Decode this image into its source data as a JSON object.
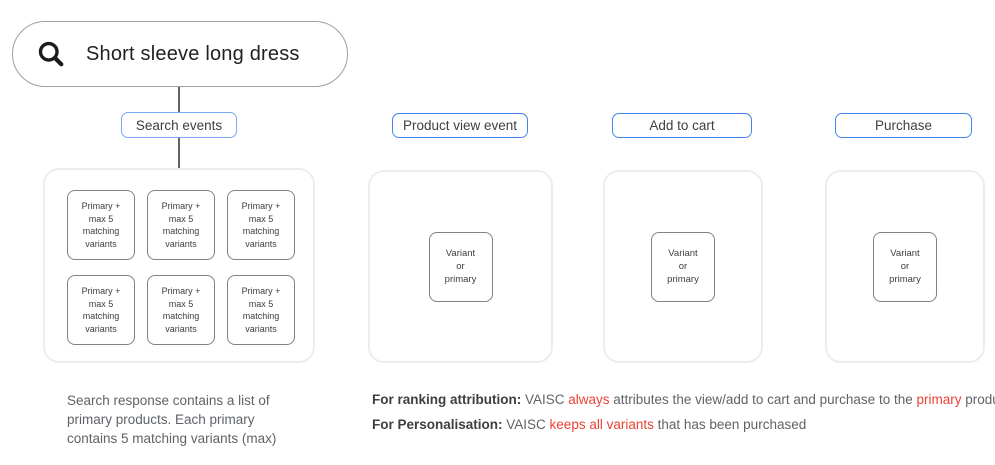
{
  "colors": {
    "accent_blue": "#4285f4",
    "light_blue": "#79a8f8",
    "red": "#ea4335",
    "gray_text": "#5f6368",
    "dark_text": "#202124",
    "box_border": "#7d8287",
    "container_border": "#ebedee"
  },
  "search": {
    "query": "Short sleeve long dress",
    "icon": "magnifier-icon"
  },
  "events": {
    "search": {
      "label": "Search events"
    },
    "view": {
      "label": "Product view event"
    },
    "cart": {
      "label": "Add to cart"
    },
    "purchase": {
      "label": "Purchase"
    }
  },
  "boxes": {
    "primary": "Primary +\nmax 5\nmatching\nvariants",
    "primary_count": 6,
    "variant": "Variant\nor\nprimary"
  },
  "caption": {
    "text": "Search response contains a list of\nprimary products. Each primary\ncontains 5 matching variants (max)"
  },
  "notes": {
    "ranking": {
      "segments": [
        {
          "text": "For ranking attribution:",
          "style": "bold"
        },
        {
          "text": " VAISC ",
          "style": "gray"
        },
        {
          "text": "always",
          "style": "red"
        },
        {
          "text": " attributes the view/add to cart and purchase to the ",
          "style": "gray"
        },
        {
          "text": "primary",
          "style": "red"
        },
        {
          "text": " product.",
          "style": "gray"
        }
      ]
    },
    "personalisation": {
      "segments": [
        {
          "text": "For Personalisation:",
          "style": "bold"
        },
        {
          "text": " VAISC ",
          "style": "gray"
        },
        {
          "text": "keeps all variants",
          "style": "red"
        },
        {
          "text": " that has been purchased",
          "style": "gray"
        }
      ]
    }
  }
}
